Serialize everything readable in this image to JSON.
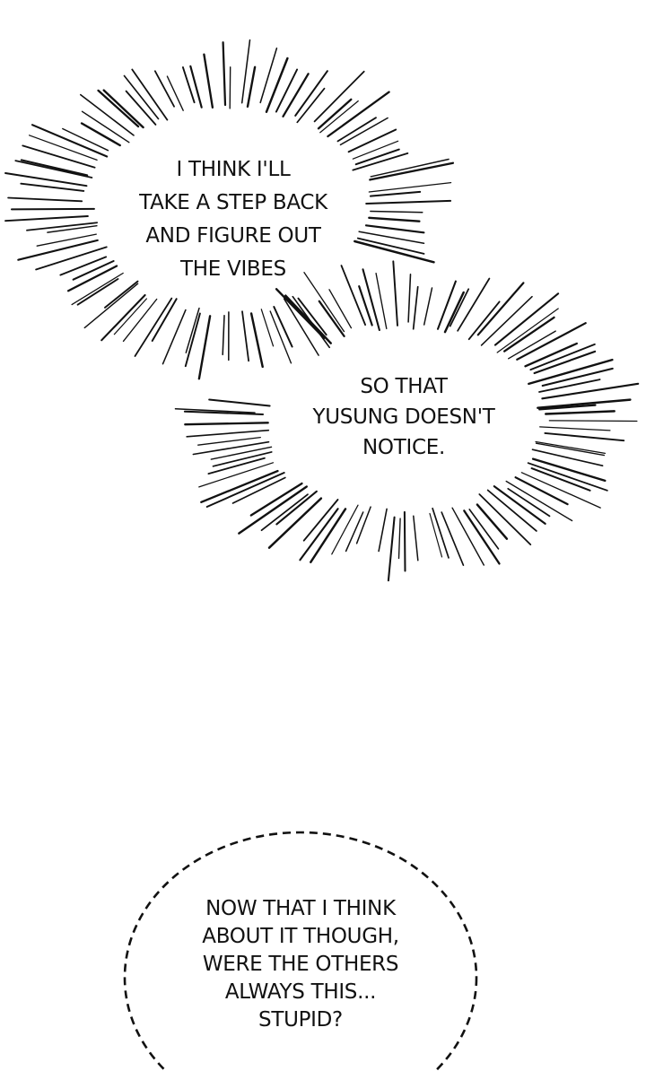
{
  "panel": {
    "background": "#ffffff",
    "ink": "#111111"
  },
  "bubbles": [
    {
      "style": "burst-thought",
      "lines": [
        "I THINK I'LL",
        "TAKE A STEP BACK",
        "AND FIGURE OUT",
        "THE VIBES"
      ]
    },
    {
      "style": "burst-thought",
      "lines": [
        "SO THAT",
        "YUSUNG DOESN'T",
        "NOTICE."
      ]
    },
    {
      "style": "dashed-ellipse",
      "lines": [
        "NOW THAT I THINK",
        "ABOUT IT THOUGH,",
        "WERE THE OTHERS",
        "ALWAYS THIS...",
        "STUPID?"
      ]
    }
  ]
}
